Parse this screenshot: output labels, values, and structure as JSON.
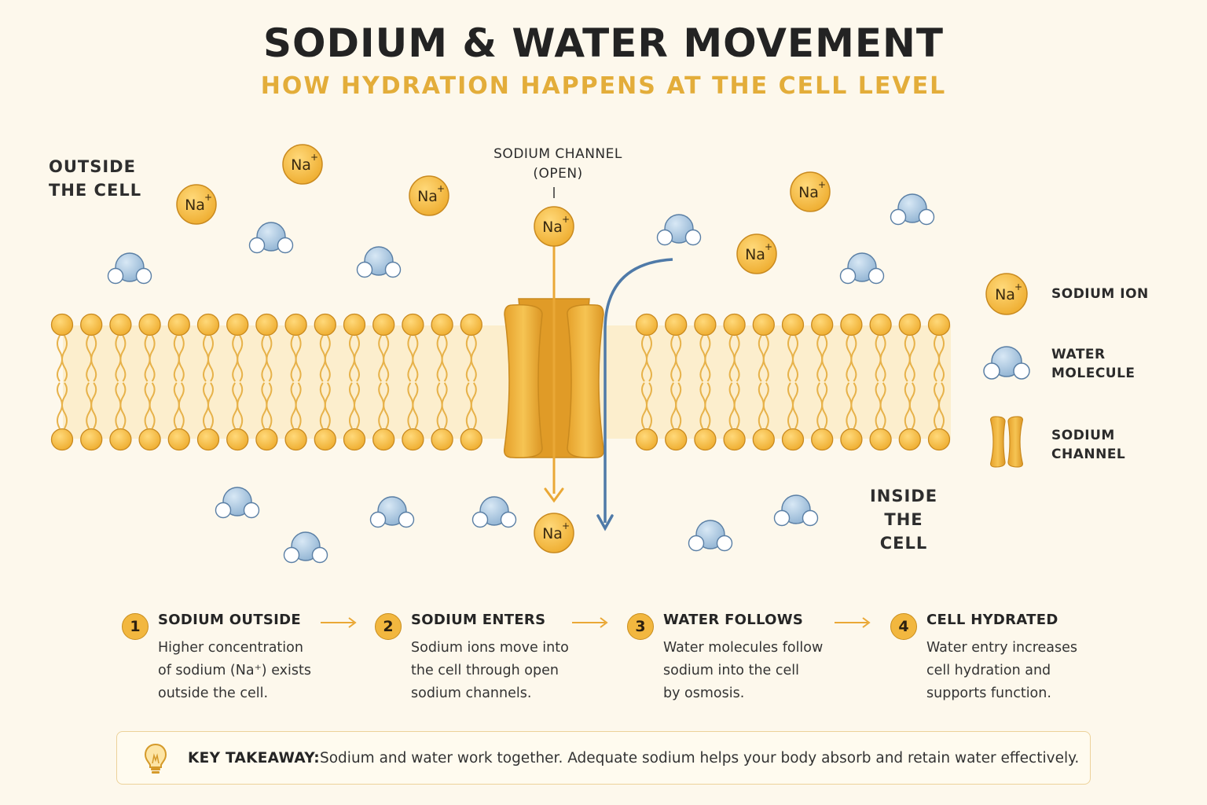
{
  "header": {
    "title": "SODIUM & WATER MOVEMENT",
    "subtitle": "HOW HYDRATION HAPPENS AT THE CELL LEVEL"
  },
  "diagram": {
    "outside_label_line1": "OUTSIDE",
    "outside_label_line2": "THE CELL",
    "inside_label_line1": "INSIDE",
    "inside_label_line2": "THE CELL",
    "channel_label_line1": "SODIUM CHANNEL",
    "channel_label_line2": "(OPEN)",
    "ion_symbol": "Na",
    "ion_charge": "+"
  },
  "legend": {
    "sodium_ion": "SODIUM ION",
    "water_line1": "WATER",
    "water_line2": "MOLECULE",
    "channel_line1": "SODIUM",
    "channel_line2": "CHANNEL"
  },
  "steps": [
    {
      "number": "1",
      "title": "SODIUM OUTSIDE",
      "lines": [
        "Higher concentration",
        "of sodium (Na⁺) exists",
        "outside the cell."
      ]
    },
    {
      "number": "2",
      "title": "SODIUM ENTERS",
      "lines": [
        "Sodium ions move into",
        "the cell through open",
        "sodium channels."
      ]
    },
    {
      "number": "3",
      "title": "WATER FOLLOWS",
      "lines": [
        "Water molecules follow",
        "sodium into the cell",
        "by osmosis."
      ]
    },
    {
      "number": "4",
      "title": "CELL HYDRATED",
      "lines": [
        "Water entry increases",
        "cell hydration and",
        "supports function."
      ]
    }
  ],
  "takeaway": {
    "head": "KEY TAKEAWAY:",
    "text": "Sodium and water work together. Adequate sodium helps your body absorb and retain water effectively."
  },
  "colors": {
    "background": "#fdf8ec",
    "sodium": "#f2b73f",
    "membrane": "#f0b43c",
    "water": "#a9c6e0",
    "water_arrow": "#4f7aa8",
    "accent_text": "#e3ad3a"
  }
}
